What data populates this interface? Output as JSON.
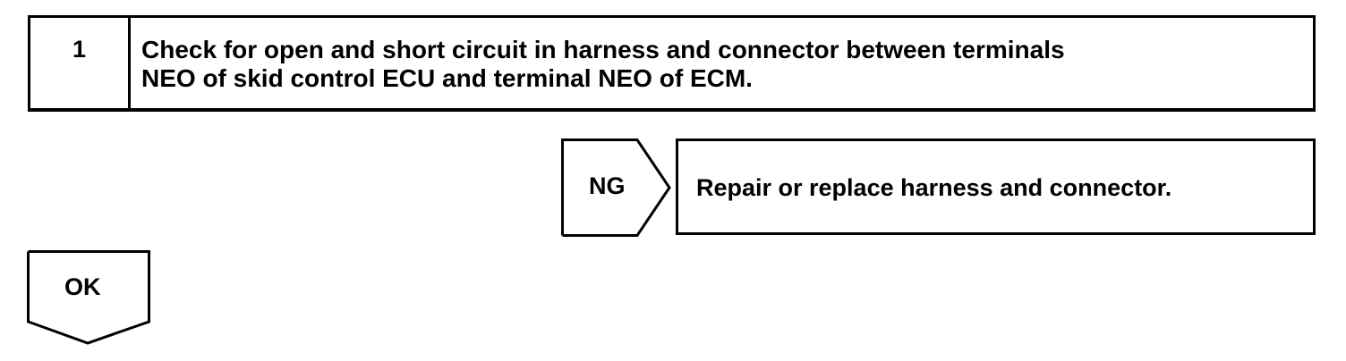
{
  "step": {
    "number": "1",
    "instruction_line1": "Check for open and short circuit in harness and connector between terminals",
    "instruction_line2": "NEO of skid control ECU and terminal NEO of ECM."
  },
  "ng_branch": {
    "label": "NG",
    "action": "Repair or replace harness and connector."
  },
  "ok_branch": {
    "label": "OK"
  }
}
